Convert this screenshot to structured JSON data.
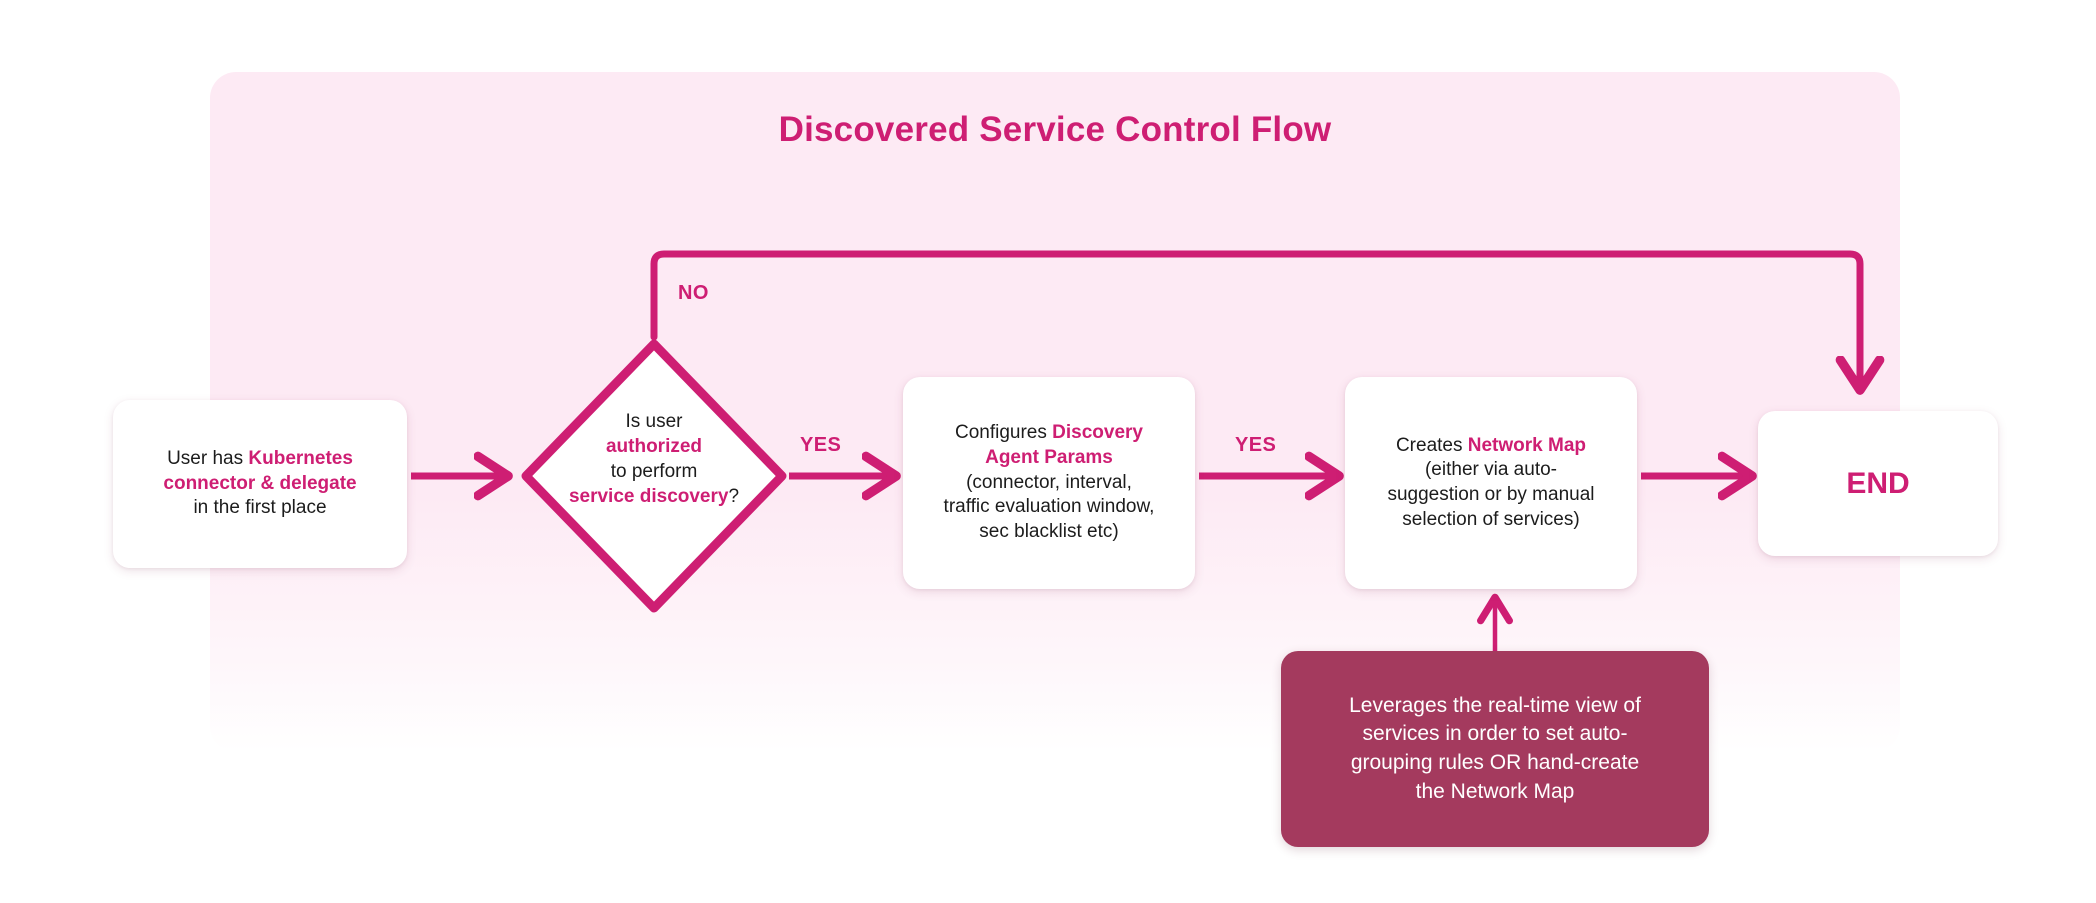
{
  "diagram": {
    "title": "Discovered Service Control Flow",
    "accent_color": "#ce1e73",
    "panel_color": "#fdeaf4",
    "note_color": "#a43a5e",
    "nodes": {
      "start": {
        "type": "process",
        "line1_plain": "User has ",
        "line1_bold": "Kubernetes",
        "line2_bold": "connector & delegate",
        "line3_plain": "in the first place"
      },
      "decision": {
        "type": "decision",
        "line1": "Is user",
        "line2_bold": "authorized",
        "line3": "to perform",
        "line4_bold": "service discovery",
        "line4_tail": "?"
      },
      "configure": {
        "type": "process",
        "line1_plain": "Configures ",
        "line1_bold": "Discovery",
        "line2_bold": "Agent Params",
        "line3": "(connector, interval,",
        "line4": "traffic evaluation window,",
        "line5": "sec blacklist etc)"
      },
      "network_map": {
        "type": "process",
        "line1_plain": "Creates ",
        "line1_bold": "Network Map",
        "line2": "(either via auto-",
        "line3": "suggestion or by manual",
        "line4": "selection of services)"
      },
      "end": {
        "type": "terminator",
        "label": "END"
      },
      "note": {
        "type": "annotation",
        "line1": "Leverages the real-time view of",
        "line2": "services in order to set auto-",
        "line3": "grouping rules OR hand-create",
        "line4": "the Network Map"
      }
    },
    "edges": [
      {
        "id": "start-to-decision",
        "label": ""
      },
      {
        "id": "decision-no-to-end",
        "label": "NO"
      },
      {
        "id": "decision-yes-to-configure",
        "label": "YES"
      },
      {
        "id": "configure-to-networkmap",
        "label": "YES"
      },
      {
        "id": "networkmap-to-end",
        "label": ""
      },
      {
        "id": "note-to-networkmap",
        "label": ""
      }
    ]
  }
}
